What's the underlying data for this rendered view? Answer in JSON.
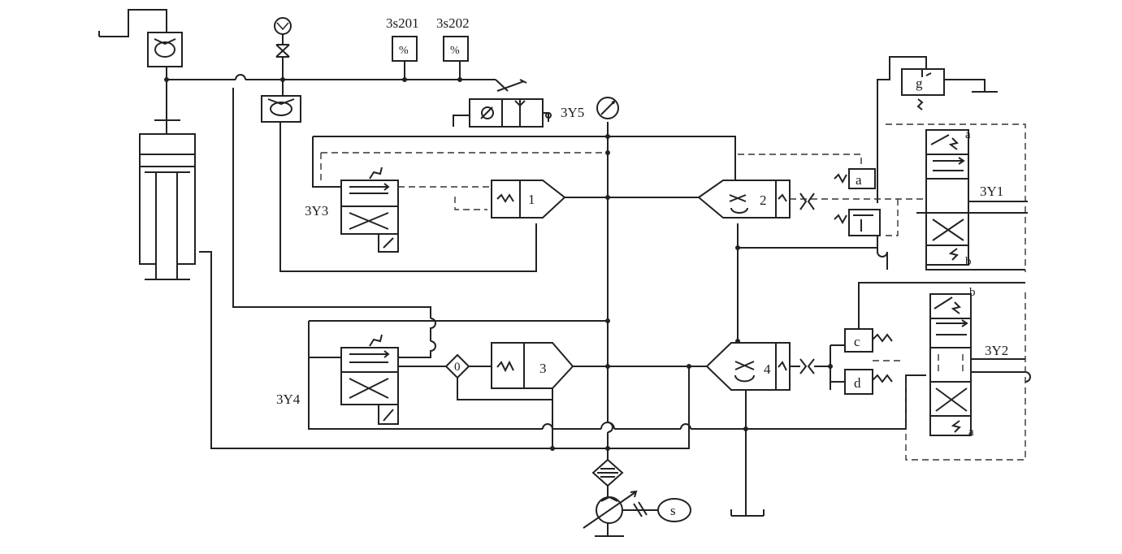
{
  "diagram": {
    "valve_labels": {
      "v3y1": "3Y1",
      "v3y2": "3Y2",
      "v3y3": "3Y3",
      "v3y4": "3Y4",
      "v3y5": "3Y5"
    },
    "switch_labels": {
      "s201": "3s201",
      "s202": "3s202"
    },
    "cartridge_labels": {
      "c1": "1",
      "c2": "2",
      "c3": "3",
      "c4": "4"
    },
    "pilot_labels": {
      "a": "a",
      "c": "c",
      "d": "d",
      "g": "g"
    },
    "spool_end_labels": {
      "a": "a",
      "b": "b"
    },
    "check_label": "0",
    "motor_label": "s"
  }
}
